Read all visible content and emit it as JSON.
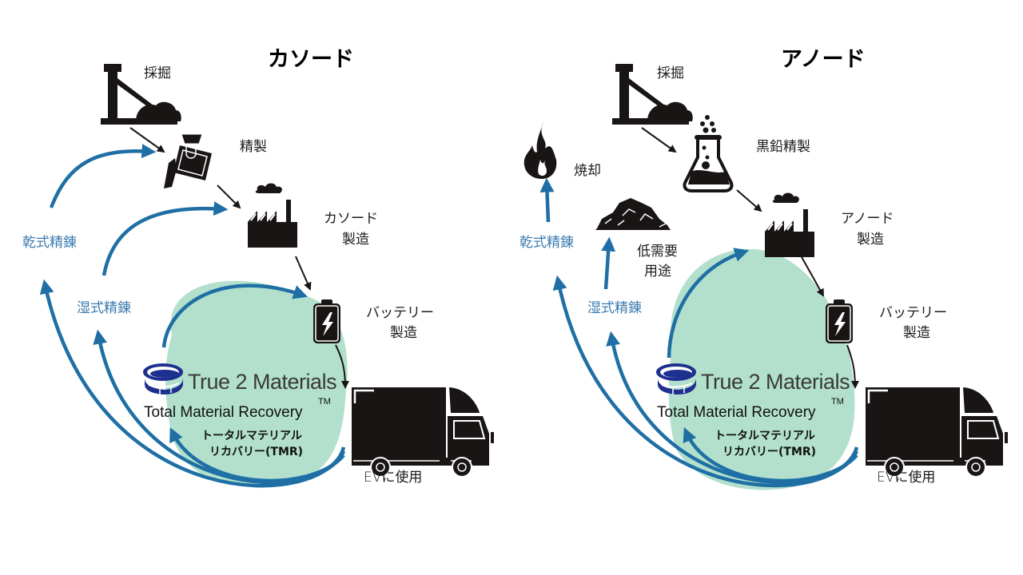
{
  "colors": {
    "recycle_arrow": "#1f6fa5",
    "tmr_fill": "#b2e0cc",
    "logo": "#1d2f8f",
    "icon": "#1a1515"
  },
  "panels": [
    {
      "id": "cathode",
      "title": "カソード",
      "steps": {
        "mining": "採掘",
        "refining": "精製",
        "manufacturing_line1": "カソード",
        "manufacturing_line2": "製造",
        "battery_line1": "バッテリー",
        "battery_line2": "製造",
        "ev_use": "EVに使用"
      },
      "recycling": {
        "pyro": "乾式精錬",
        "hydro": "湿式精錬"
      },
      "tmr": {
        "brand": "True 2 Materials",
        "name": "Total Material Recovery",
        "trademark": "TM",
        "japanese_line1": "トータルマテリアル",
        "japanese_line2": "リカバリー(TMR)"
      }
    },
    {
      "id": "anode",
      "title": "アノード",
      "steps": {
        "mining": "採掘",
        "refining": "黒鉛精製",
        "manufacturing_line1": "アノード",
        "manufacturing_line2": "製造",
        "battery_line1": "バッテリー",
        "battery_line2": "製造",
        "ev_use": "EVに使用",
        "incineration": "焼却",
        "low_demand_line1": "低需要",
        "low_demand_line2": "用途"
      },
      "recycling": {
        "pyro": "乾式精錬",
        "hydro": "湿式精錬"
      },
      "tmr": {
        "brand": "True 2 Materials",
        "name": "Total Material Recovery",
        "trademark": "TM",
        "japanese_line1": "トータルマテリアル",
        "japanese_line2": "リカバリー(TMR)"
      }
    }
  ]
}
